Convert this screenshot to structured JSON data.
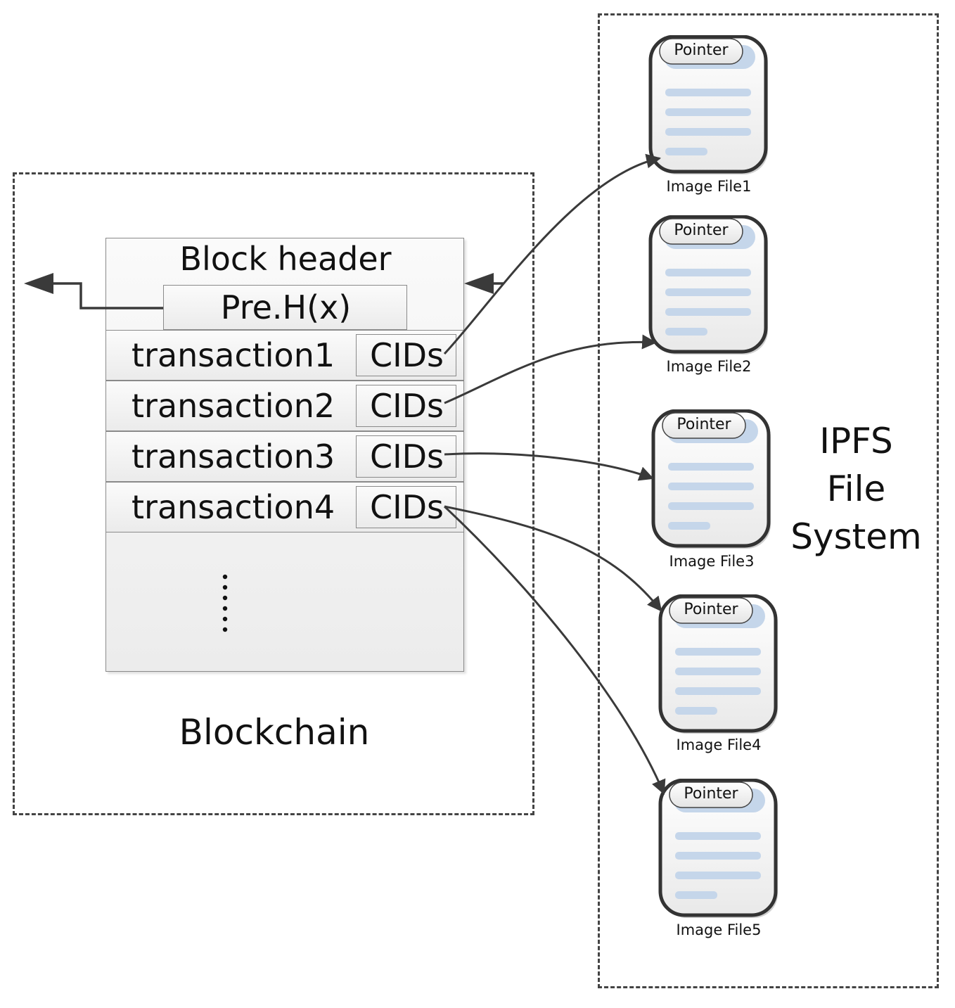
{
  "blockchain": {
    "title": "Blockchain",
    "block_header": "Block header",
    "prev_hash": "Pre.H(x)",
    "transactions": [
      {
        "label": "transaction1",
        "cid": "CIDs"
      },
      {
        "label": "transaction2",
        "cid": "CIDs"
      },
      {
        "label": "transaction3",
        "cid": "CIDs"
      },
      {
        "label": "transaction4",
        "cid": "CIDs"
      }
    ]
  },
  "ipfs": {
    "title_line1": "IPFS",
    "title_line2": "File",
    "title_line3": "System",
    "files": [
      {
        "label": "Image File1",
        "tab": "Pointer"
      },
      {
        "label": "Image File2",
        "tab": "Pointer"
      },
      {
        "label": "Image File3",
        "tab": "Pointer"
      },
      {
        "label": "Image File4",
        "tab": "Pointer"
      },
      {
        "label": "Image File5",
        "tab": "Pointer"
      }
    ]
  },
  "colors": {
    "line": "#3a3a3a",
    "doc_stripe": "#c5d6ea",
    "box_fill": "#efefef"
  }
}
